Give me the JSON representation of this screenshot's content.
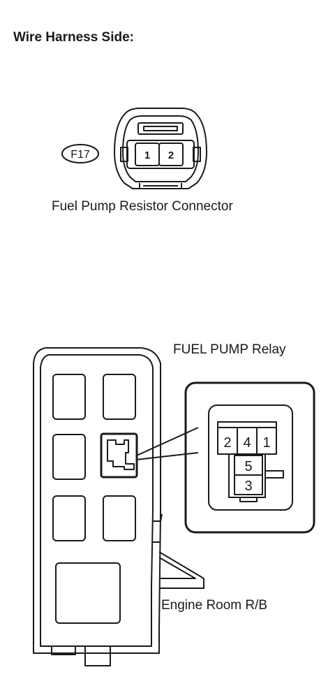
{
  "title": "Wire Harness Side:",
  "connector": {
    "code": "F17",
    "pins": [
      "1",
      "2"
    ],
    "label": "Fuel Pump Resistor Connector"
  },
  "relay": {
    "title": "FUEL PUMP Relay",
    "top_pins": [
      "2",
      "4",
      "1"
    ],
    "bottom_pins": [
      "5",
      "3"
    ]
  },
  "rb": {
    "label": "Engine Room R/B"
  }
}
